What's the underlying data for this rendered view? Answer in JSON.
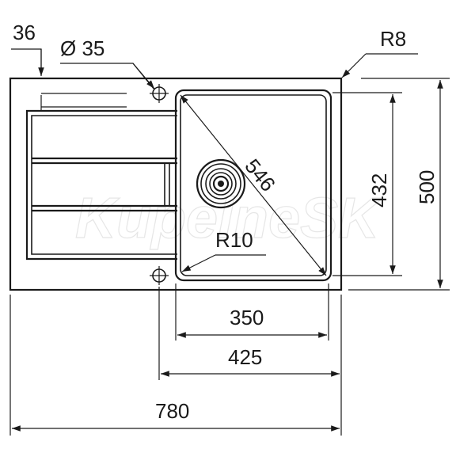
{
  "watermark": "KupelneSK",
  "dimensions": {
    "tap_offset": "36",
    "hole_diameter": "Ø 35",
    "corner_radius_outer": "R8",
    "diagonal": "546",
    "bowl_depth": "432",
    "overall_depth": "500",
    "corner_radius_bowl": "R10",
    "bowl_width": "350",
    "bowl_section_width": "425",
    "overall_width": "780"
  },
  "colors": {
    "line": "#1a1a1a",
    "watermark": "#e6e6e6"
  }
}
